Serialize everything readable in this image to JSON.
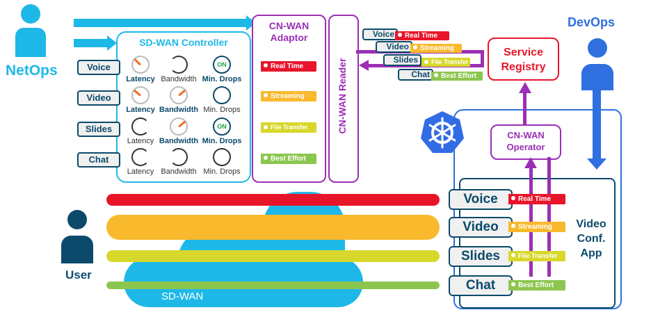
{
  "actors": {
    "netops": {
      "label": "NetOps",
      "color": "#1eb8e8"
    },
    "devops": {
      "label": "DevOps",
      "color": "#2f6fe0"
    },
    "user": {
      "label": "User",
      "color": "#0b4a6b"
    }
  },
  "sdwan_controller": {
    "title": "SD-WAN Controller",
    "rows": [
      {
        "app": "Voice",
        "latency": {
          "label": "Latency",
          "active": true
        },
        "bandwidth": {
          "label": "Bandwidth",
          "active": false
        },
        "min_drops": {
          "label": "Min. Drops",
          "active": true,
          "badge": "ON"
        }
      },
      {
        "app": "Video",
        "latency": {
          "label": "Latency",
          "active": true
        },
        "bandwidth": {
          "label": "Bandwidth",
          "active": true
        },
        "min_drops": {
          "label": "Min. Drops",
          "active": false
        }
      },
      {
        "app": "Slides",
        "latency": {
          "label": "Latency",
          "active": false
        },
        "bandwidth": {
          "label": "Bandwidth",
          "active": true
        },
        "min_drops": {
          "label": "Min. Drops",
          "active": true,
          "badge": "ON"
        }
      },
      {
        "app": "Chat",
        "latency": {
          "label": "Latency",
          "active": false
        },
        "bandwidth": {
          "label": "Bandwidth",
          "active": false
        },
        "min_drops": {
          "label": "Min. Drops",
          "active": false
        }
      }
    ]
  },
  "adaptor": {
    "title_line1": "CN-WAN",
    "title_line2": "Adaptor",
    "classes": [
      "Real Time",
      "Streaming",
      "File Transfer",
      "Best Effort"
    ]
  },
  "reader": {
    "title": "CN-WAN Reader"
  },
  "registry_entries": [
    {
      "app": "Voice",
      "class": "Real Time"
    },
    {
      "app": "Video",
      "class": "Streaming"
    },
    {
      "app": "Slides",
      "class": "File Transfer"
    },
    {
      "app": "Chat",
      "class": "Best Effort"
    }
  ],
  "service_registry": {
    "line1": "Service",
    "line2": "Registry"
  },
  "operator": {
    "line1": "CN-WAN",
    "line2": "Operator"
  },
  "kubernetes": {
    "icon": "kubernetes-helm-icon",
    "color": "#326ce5"
  },
  "app": {
    "line1": "Video",
    "line2": "Conf.",
    "line3": "App",
    "services": [
      {
        "name": "Voice",
        "class": "Real Time"
      },
      {
        "name": "Video",
        "class": "Streaming"
      },
      {
        "name": "Slides",
        "class": "File Transfer"
      },
      {
        "name": "Chat",
        "class": "Best Effort"
      }
    ]
  },
  "sdwan": {
    "label": "SD-WAN"
  },
  "colors": {
    "real_time": "#e8152a",
    "streaming": "#f9b92d",
    "file_transfer": "#d8d82c",
    "best_effort": "#8cc64f",
    "cnwan": "#9b2fb5",
    "registry": "#e8152a"
  }
}
